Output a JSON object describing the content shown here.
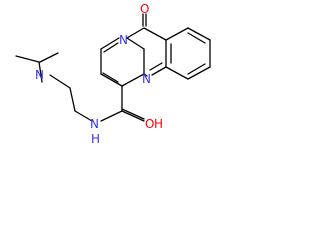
{
  "molecule": {
    "atoms": {
      "n_dimethylamino": {
        "label": "N"
      },
      "n_ring_fused": {
        "label": "N"
      },
      "n_ring_imine": {
        "label": "N"
      },
      "nh_amide": {
        "label": "N"
      },
      "h_amide": {
        "label": "H"
      },
      "o_ketone": {
        "label": "O"
      },
      "o_amide": {
        "label": "O"
      }
    },
    "colors": {
      "bond": "#000000",
      "nitrogen": "#3333ff",
      "oxygen": "#ff0000"
    }
  }
}
